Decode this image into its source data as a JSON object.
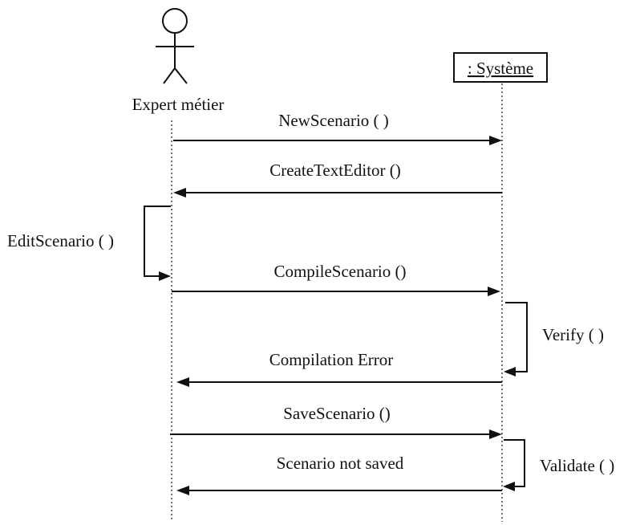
{
  "diagram": {
    "actor": {
      "label": "Expert métier"
    },
    "system": {
      "label": ": Système"
    },
    "messages": [
      {
        "id": "new-scenario",
        "label": "NewScenario ( )",
        "direction": "to-system"
      },
      {
        "id": "create-text-editor",
        "label": "CreateTextEditor ()",
        "direction": "to-actor"
      },
      {
        "id": "edit-scenario",
        "label": "EditScenario ( )",
        "direction": "self-actor"
      },
      {
        "id": "compile-scenario",
        "label": "CompileScenario  ()",
        "direction": "to-system"
      },
      {
        "id": "verify",
        "label": "Verify ( )",
        "direction": "self-system"
      },
      {
        "id": "compilation-error",
        "label": "Compilation Error",
        "direction": "to-actor"
      },
      {
        "id": "save-scenario",
        "label": "SaveScenario ()",
        "direction": "to-system"
      },
      {
        "id": "validate",
        "label": "Validate ( )",
        "direction": "self-system"
      },
      {
        "id": "scenario-not-saved",
        "label": "Scenario not saved",
        "direction": "to-actor"
      }
    ]
  }
}
